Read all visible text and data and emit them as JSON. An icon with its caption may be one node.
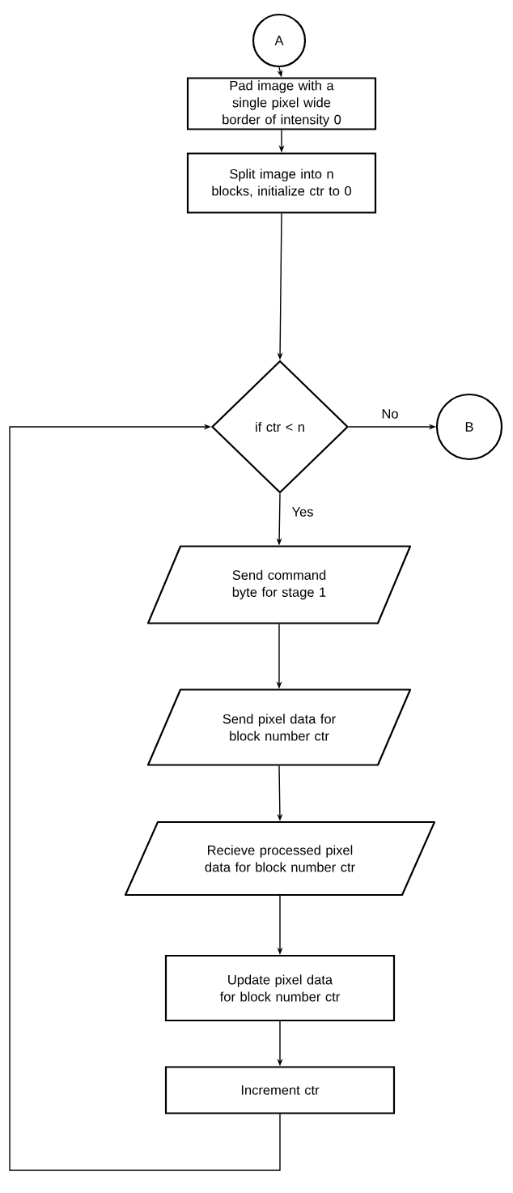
{
  "diagram": {
    "nodes": [
      {
        "text": [
          "A"
        ]
      },
      {
        "text": [
          "Pad image with a single pixel wide border of intensity 0"
        ]
      },
      {
        "text": [
          "Split image into n blocks, initialize ctr to 0"
        ]
      },
      {
        "text": [
          "if ctr < n"
        ]
      },
      {
        "text": [
          "B"
        ]
      },
      {
        "text": [
          "Send command byte for stage 1"
        ]
      },
      {
        "text": [
          "Send pixel data for block number ctr"
        ]
      },
      {
        "text": [
          "Recieve processed pixel data for block number ctr"
        ]
      },
      {
        "text": [
          "Update pixel data for block number ctr"
        ]
      },
      {
        "text": [
          "Increment ctr"
        ]
      }
    ],
    "edges": [
      {
        "from": 0,
        "to": 1,
        "arrow": "to"
      },
      {
        "from": 1,
        "to": 2,
        "arrow": "to"
      },
      {
        "from": 2,
        "to": 3,
        "arrow": "to"
      },
      {
        "from": 3,
        "to": 4,
        "arrow": "to",
        "label": "No"
      },
      {
        "from": 3,
        "to": 5,
        "arrow": "to",
        "label": "Yes"
      },
      {
        "from": 5,
        "to": 6,
        "arrow": "to"
      },
      {
        "from": 6,
        "to": 7,
        "arrow": "to"
      },
      {
        "from": 7,
        "to": 8,
        "arrow": "to"
      },
      {
        "from": 8,
        "to": 9,
        "arrow": "to"
      },
      {
        "from": 9,
        "to": 3,
        "arrow": "to"
      }
    ]
  }
}
